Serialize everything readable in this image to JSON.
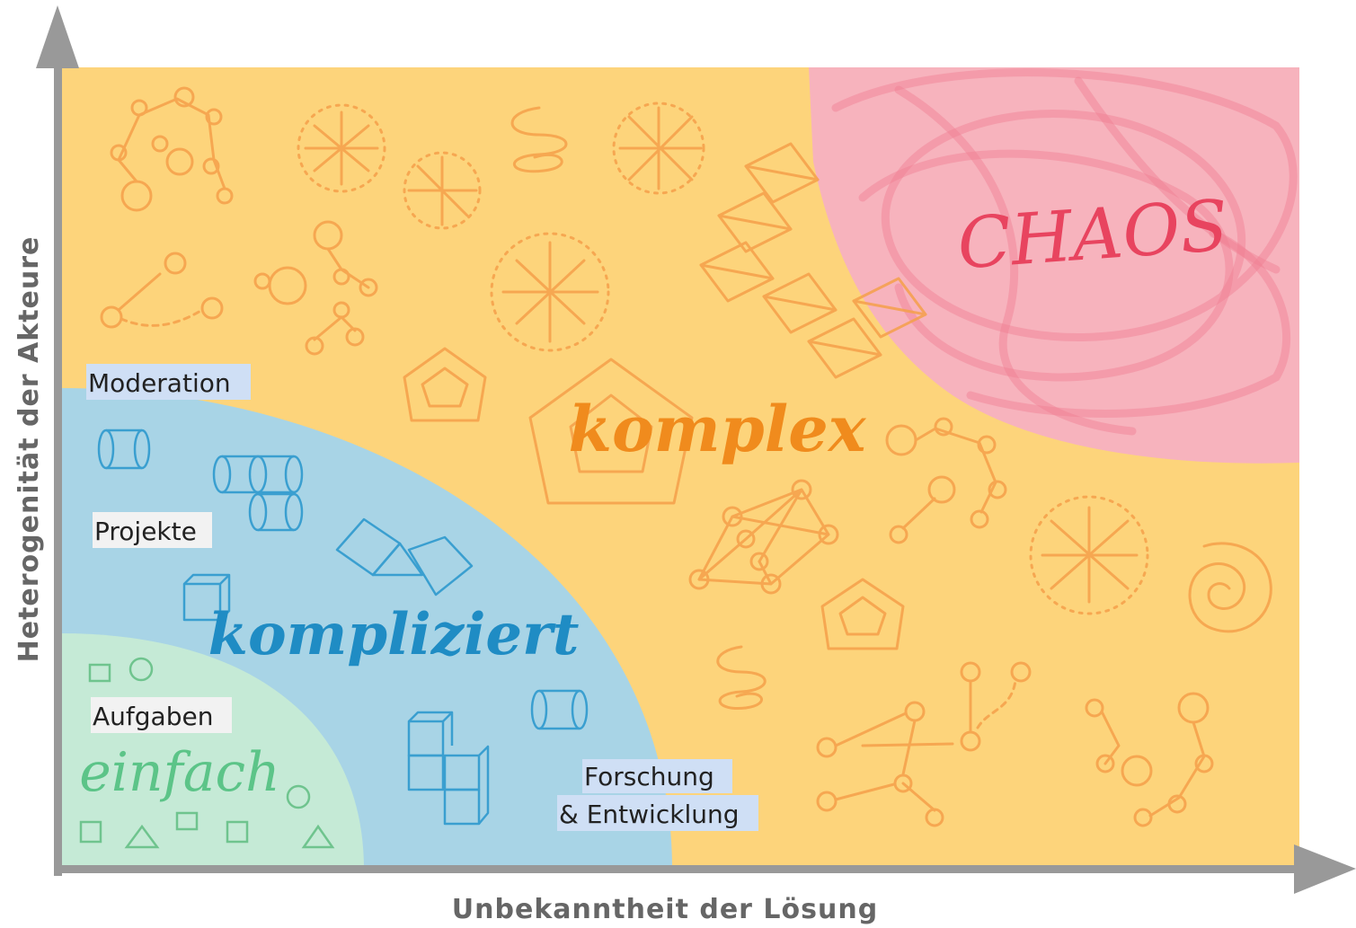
{
  "axes": {
    "x_label": "Unbekanntheit der Lösung",
    "y_label": "Heterogenität der Akteure"
  },
  "zones": {
    "chaos": "CHAOS",
    "complex": "komplex",
    "complicated": "kompliziert",
    "simple": "einfach"
  },
  "labels": {
    "moderation": "Moderation",
    "projects": "Projekte",
    "tasks": "Aufgaben",
    "research_line1": "Forschung",
    "research_line2": "& Entwicklung"
  },
  "colors": {
    "complex_bg": "#fdd47b",
    "chaos_bg": "#f7b3bd",
    "complicated_bg": "#a8d4e6",
    "simple_bg": "#c5ead6",
    "axis": "#999999",
    "chaos_text": "#e8445f",
    "complex_text": "#f08b1d",
    "complicated_text": "#1f8cc4",
    "simple_text": "#5cc488",
    "moderation_highlight": "#cfdff5",
    "projects_highlight": "#f2f2f2",
    "tasks_highlight": "#f2f2f2",
    "research_highlight": "#cfdff5"
  }
}
